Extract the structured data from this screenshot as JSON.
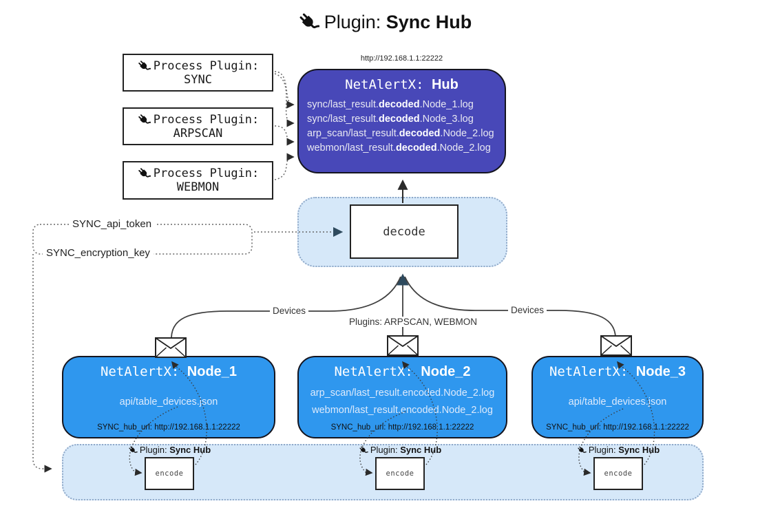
{
  "title": {
    "prefix": "Plugin:",
    "name": "Sync Hub"
  },
  "hub": {
    "url": "http://192.168.1.1:22222",
    "title_prefix": "NetAlertX:",
    "title_name": "Hub",
    "logs": [
      {
        "pre": "sync/last_result.",
        "bold": "decoded",
        "post": ".Node_1.log"
      },
      {
        "pre": "sync/last_result.",
        "bold": "decoded",
        "post": ".Node_3.log"
      },
      {
        "pre": "arp_scan/last_result.",
        "bold": "decoded",
        "post": ".Node_2.log"
      },
      {
        "pre": "webmon/last_result.",
        "bold": "decoded",
        "post": ".Node_2.log"
      }
    ]
  },
  "process_plugins": [
    {
      "label": "Process Plugin:",
      "name": "SYNC"
    },
    {
      "label": "Process Plugin:",
      "name": "ARPSCAN"
    },
    {
      "label": "Process Plugin:",
      "name": "WEBMON"
    }
  ],
  "decode": {
    "label": "decode"
  },
  "keys": {
    "api_token": "SYNC_api_token",
    "encryption_key": "SYNC_encryption_key"
  },
  "edge_labels": {
    "devices_left": "Devices",
    "plugins_mid": "Plugins: ARPSCAN, WEBMON",
    "devices_right": "Devices"
  },
  "nodes": [
    {
      "title_prefix": "NetAlertX:",
      "title_name": "Node_1",
      "files": [
        "api/table_devices.json"
      ],
      "hub_url": "SYNC_hub_url: http://192.168.1.1:22222"
    },
    {
      "title_prefix": "NetAlertX:",
      "title_name": "Node_2",
      "files": [
        "arp_scan/last_result.encoded.Node_2.log",
        "webmon/last_result.encoded.Node_2.log"
      ],
      "hub_url": "SYNC_hub_url: http://192.168.1.1:22222"
    },
    {
      "title_prefix": "NetAlertX:",
      "title_name": "Node_3",
      "files": [
        "api/table_devices.json"
      ],
      "hub_url": "SYNC_hub_url: http://192.168.1.1:22222"
    }
  ],
  "encoders": [
    {
      "plugin_prefix": "Plugin:",
      "plugin_name": "Sync Hub",
      "label": "encode"
    },
    {
      "plugin_prefix": "Plugin:",
      "plugin_name": "Sync Hub",
      "label": "encode"
    },
    {
      "plugin_prefix": "Plugin:",
      "plugin_name": "Sync Hub",
      "label": "encode"
    }
  ],
  "colors": {
    "hub_fill": "#4848b8",
    "node_fill": "#2f97ee",
    "container_fill": "#d6e8f9",
    "container_border": "#8fa8c8",
    "outline": "#14141e"
  }
}
